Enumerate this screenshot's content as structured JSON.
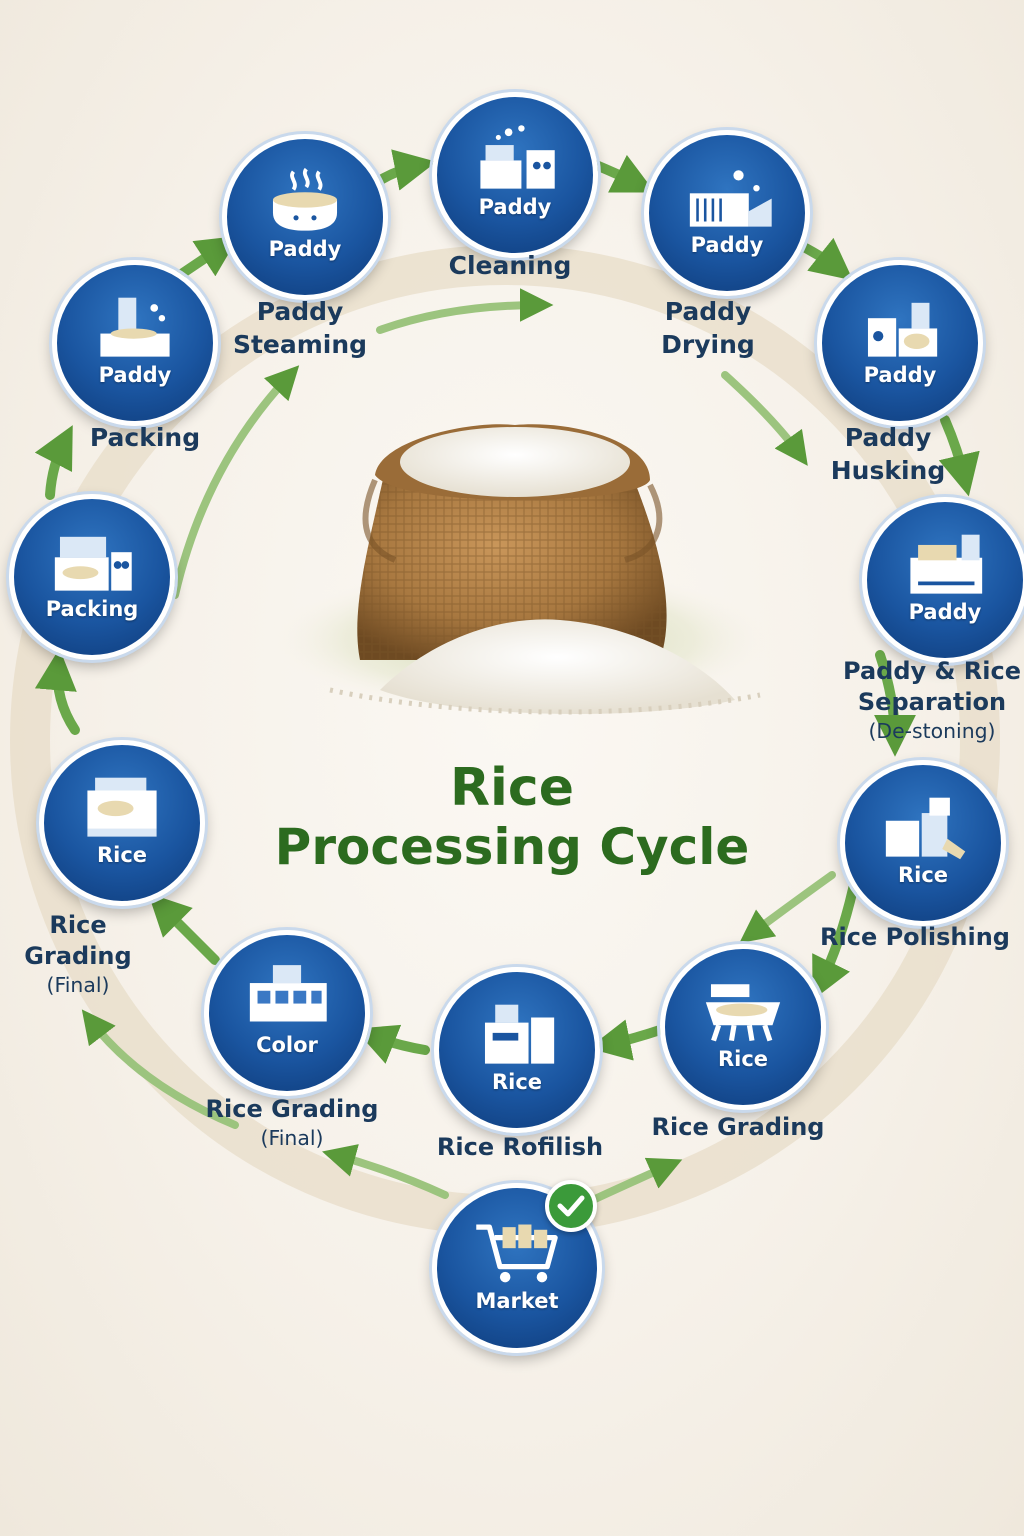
{
  "title": {
    "line1": "Rice",
    "line2": "Processing Cycle"
  },
  "colors": {
    "node_blue": "#1a55a0",
    "arrow_green": "#5a9a3a",
    "title_green": "#2c6b1f",
    "caption_navy": "#1b3a5c"
  },
  "steps": [
    {
      "id": "cleaning",
      "label": "Paddy",
      "caption": [
        "Cleaning"
      ],
      "icon": "cleaner-machine-icon"
    },
    {
      "id": "drying",
      "label": "Paddy",
      "caption": [
        "Paddy",
        "Drying"
      ],
      "icon": "dryer-machine-icon"
    },
    {
      "id": "husking",
      "label": "Paddy",
      "caption": [
        "Paddy",
        "Husking"
      ],
      "icon": "husker-machine-icon"
    },
    {
      "id": "separation",
      "label": "Paddy",
      "caption": [
        "Paddy & Rice",
        "Separation"
      ],
      "sub": "(De-stoning)",
      "icon": "separator-machine-icon"
    },
    {
      "id": "polishing",
      "label": "Rice",
      "caption": [
        "Rice Polishing"
      ],
      "icon": "polisher-machine-icon"
    },
    {
      "id": "grading",
      "label": "Rice",
      "caption": [
        "Rice Grading"
      ],
      "icon": "grader-machine-icon"
    },
    {
      "id": "refinish",
      "label": "Rice",
      "caption": [
        "Rice Rofilish"
      ],
      "icon": "refinisher-machine-icon"
    },
    {
      "id": "color",
      "label": "Color",
      "caption": [
        "Rice Grading"
      ],
      "sub": "(Final)",
      "icon": "color-sorter-icon"
    },
    {
      "id": "grading-final",
      "label": "Rice",
      "caption": [
        "Rice",
        "Grading"
      ],
      "sub": "(Final)",
      "icon": "sorting-machine-icon"
    },
    {
      "id": "packing-machine",
      "label": "Packing",
      "caption": [],
      "icon": "packing-machine-icon"
    },
    {
      "id": "packing",
      "label": "Paddy",
      "caption": [
        "Packing"
      ],
      "icon": "bagging-machine-icon"
    },
    {
      "id": "steaming",
      "label": "Paddy",
      "caption": [
        "Paddy",
        "Steaming"
      ],
      "icon": "steaming-pot-icon"
    },
    {
      "id": "market",
      "label": "Market",
      "caption": [],
      "icon": "shopping-cart-icon"
    }
  ]
}
